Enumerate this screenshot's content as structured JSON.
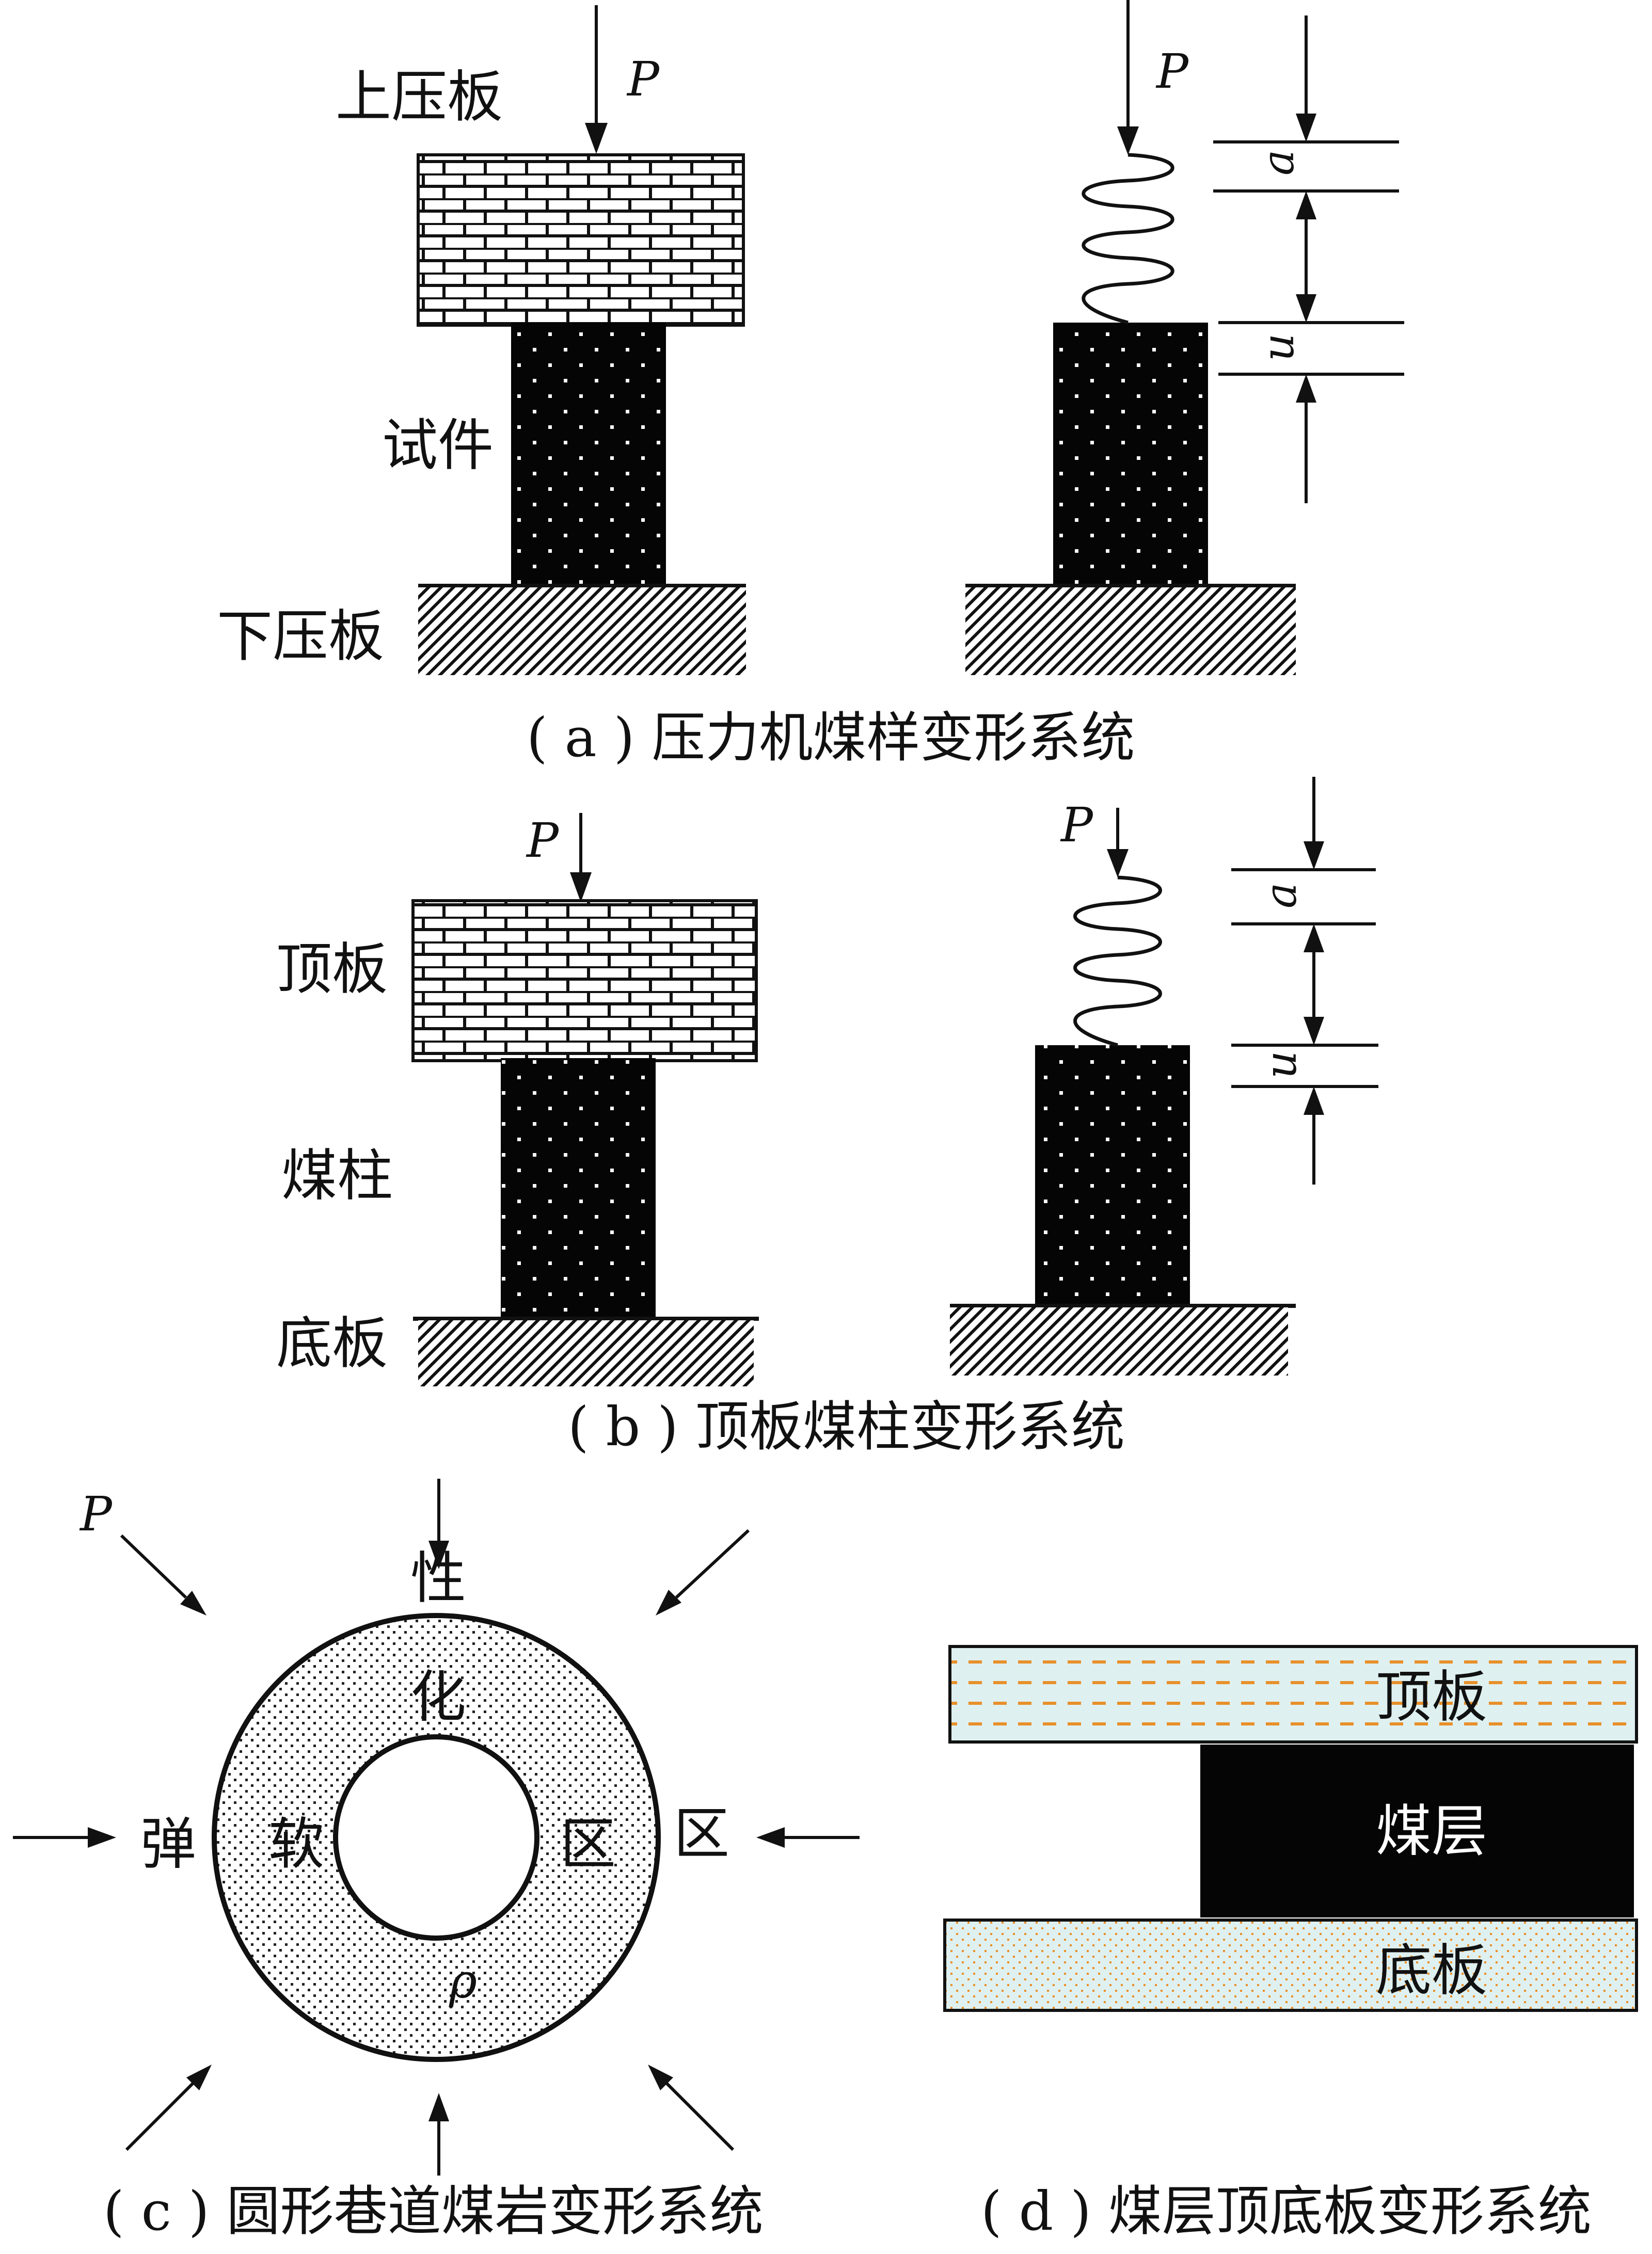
{
  "panel_a": {
    "top_plate": "上压板",
    "specimen": "试件",
    "bottom_plate": "下压板",
    "load_left": "P",
    "load_right": "P",
    "dim_a": "a",
    "dim_u": "u",
    "caption": "( a ) 压力机煤样变形系统"
  },
  "panel_b": {
    "roof": "顶板",
    "coal_pillar": "煤柱",
    "floor": "底板",
    "load_left": "P",
    "load_right": "P",
    "dim_a": "a",
    "dim_u": "u",
    "caption": "( b ) 顶板煤柱变形系统"
  },
  "panel_c": {
    "load": "P",
    "ring_chars": [
      "性",
      "化",
      "弹",
      "软",
      "区",
      "区"
    ],
    "rho": "ρ",
    "caption": "( c ) 圆形巷道煤岩变形系统"
  },
  "panel_d": {
    "roof": "顶板",
    "coal_seam": "煤层",
    "floor": "底板",
    "caption": "( d ) 煤层顶底板变形系统"
  },
  "colors": {
    "ink": "#111111",
    "layer_fill": "#dff0f0",
    "layer_dash": "#e8902a"
  }
}
